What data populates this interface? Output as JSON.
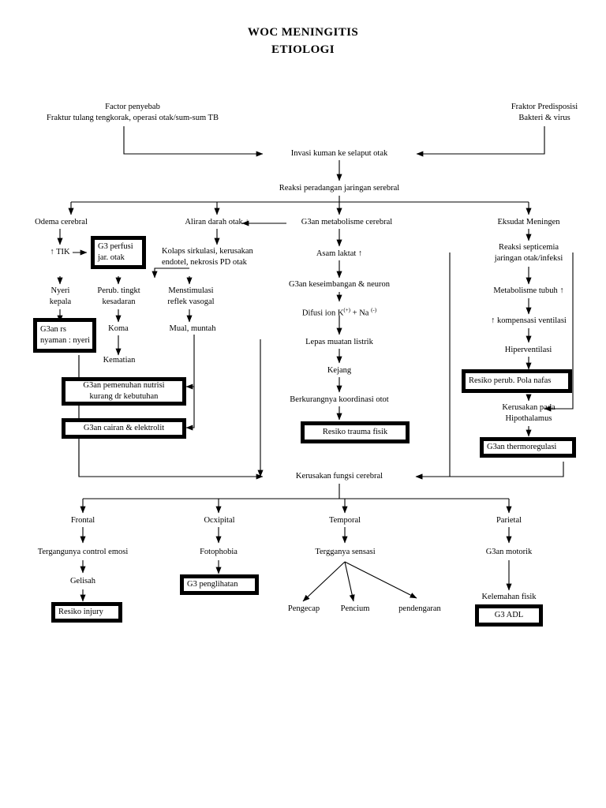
{
  "title": {
    "line1": "WOC MENINGITIS",
    "line2": "ETIOLOGI"
  },
  "nodes": {
    "factor_penyebab": "Factor penyebab\nFraktur tulang tengkorak, operasi otak/sum-sum TB",
    "fraktor_predisposisi": "Fraktor Predisposisi\nBakteri & virus",
    "invasi": "Invasi kuman ke selaput otak",
    "reaksi_peradangan": "Reaksi peradangan jaringan serebral",
    "odema_cerebral": "Odema cerebral",
    "tik": "↑ TIK",
    "aliran_darah": "Aliran darah otak ↓",
    "g3an_metabolisme": "G3an metabolisme cerebral",
    "eksudat": "Eksudat Meningen",
    "kolaps": "Kolaps sirkulasi, kerusakan\nendotel, nekrosis PD otak",
    "nyeri_kepala": "Nyeri\nkepala",
    "perub_tingkat": "Perub. tingkt\nkesadaran",
    "menstimulasi": "Menstimulasi\nreflek vasogal",
    "koma": "Koma",
    "kematian": "Kematian",
    "mual_muntah": "Mual, muntah",
    "asam_laktat": "Asam laktat ↑",
    "g3an_keseimbangan": "G3an keseimbangan & neuron",
    "difusi_ion": "Difusi ion K(+) + Na (-)",
    "lepas_muatan": "Lepas muatan listrik",
    "kejang": "Kejang",
    "berkurangnya": "Berkurangnya koordinasi otot",
    "reaksi_septicemia": "Reaksi septicemia\njaringan otak/infeksi",
    "metabolisme_tubuh": "Metabolisme tubuh ↑",
    "kompensasi": "↑ kompensasi ventilasi",
    "hiperventilasi": "Hiperventilasi",
    "kerusakan_hipothalamus": "Kerusakan pada\nHipothalamus",
    "kerusakan_fungsi": "Kerusakan fungsi cerebral",
    "frontal": "Frontal",
    "ocxipital": "Ocxipital",
    "temporal": "Temporal",
    "parietal": "Parietal",
    "terganggunya_emosi": "Tergangunya control emosi",
    "fotophobia": "Fotophobia",
    "tergganya_sensasi": "Tergganya sensasi",
    "g3an_motorik": "G3an motorik",
    "gelisah": "Gelisah",
    "pengecap": "Pengecap",
    "pencium": "Pencium",
    "pendengaran": "pendengaran",
    "kelemahan_fisik": "Kelemahan fisik"
  },
  "diagnosis_boxes": {
    "g3_perfusi": "G3 perfusi\njar. otak",
    "g3an_nyaman": "G3an rs\nnyaman : nyeri",
    "g3an_nutrisi": "G3an pemenuhan nutrisi\nkurang dr kebutuhan",
    "g3an_cairan": "G3an cairan & elektrolit",
    "resiko_trauma": "Resiko trauma fisik",
    "resiko_pola_nafas": "Resiko perub. Pola nafas",
    "g3an_thermoregulasi": "G3an thermoregulasi",
    "resiko_injury": "Resiko injury",
    "g3_penglihatan": "G3 penglihatan",
    "g3_adl": "G3 ADL"
  },
  "colors": {
    "ink": "#000000",
    "paper": "#ffffff"
  }
}
